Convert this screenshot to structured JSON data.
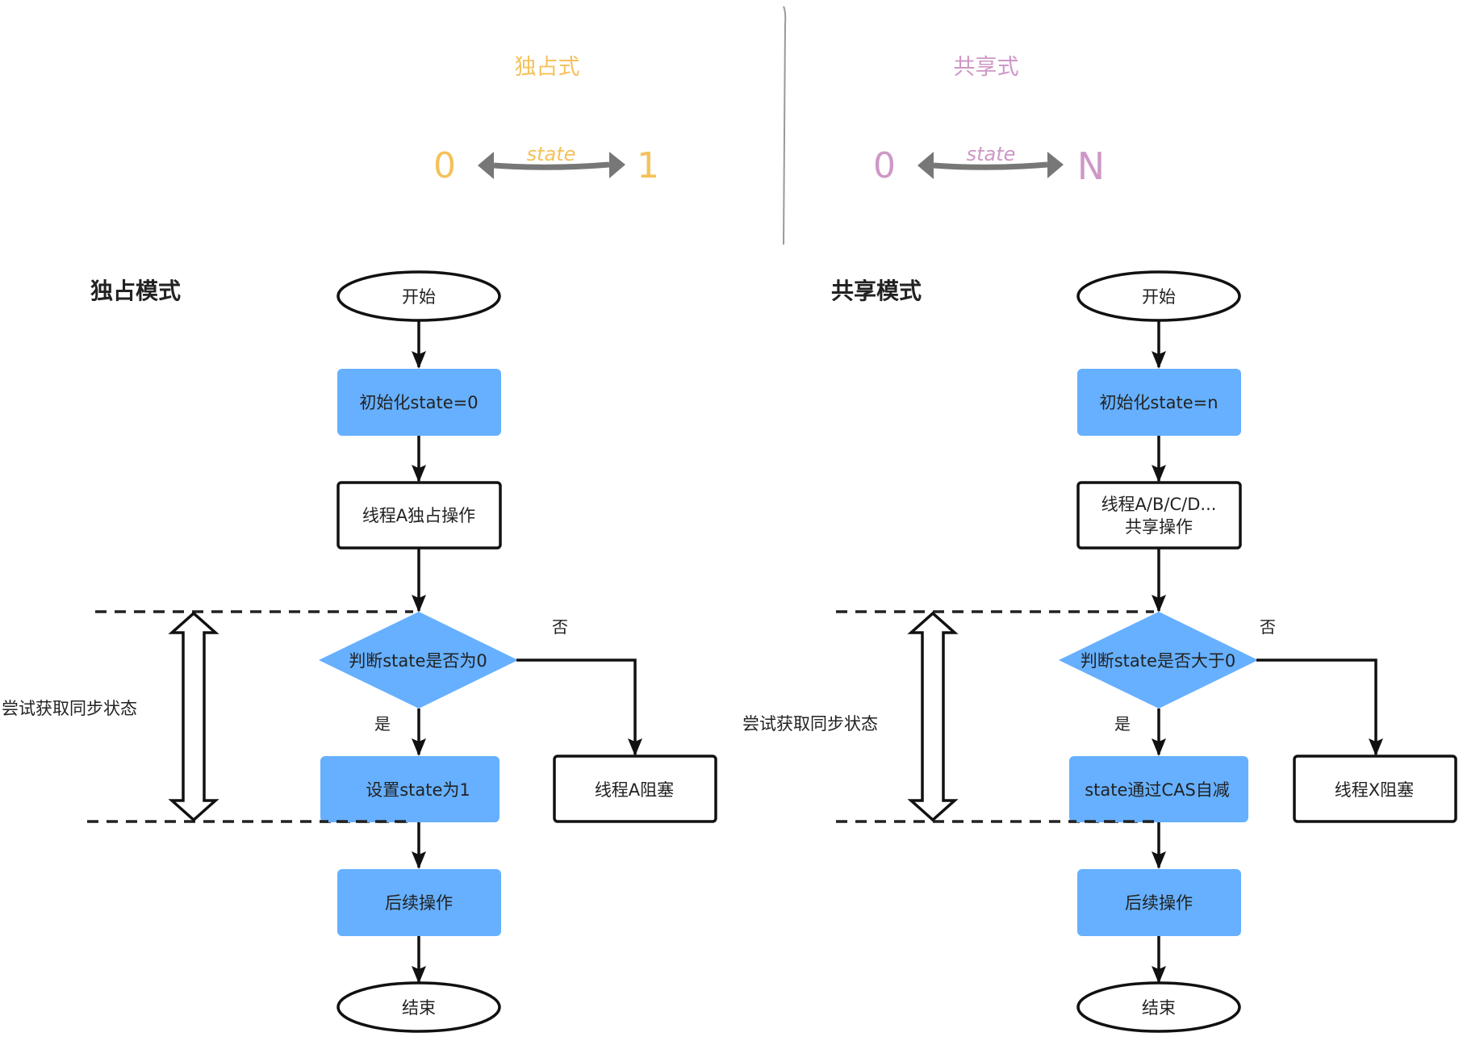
{
  "top": {
    "exclusive": {
      "title": "独占式",
      "from": "0",
      "to": "1",
      "arrow_label": "state",
      "color": "#f5c15a"
    },
    "shared": {
      "title": "共享式",
      "from": "0",
      "to": "N",
      "arrow_label": "state",
      "color": "#cd98c6"
    },
    "arrow_color": "#777777"
  },
  "colors": {
    "process_fill": "#66b0ff",
    "stroke": "#111111",
    "text": "#222222"
  },
  "exclusive": {
    "heading": "独占模式",
    "start": "开始",
    "init": "初始化state=0",
    "operate": [
      "线程A独占操作"
    ],
    "decision": "判断state是否为0",
    "yes_label": "是",
    "no_label": "否",
    "yes_action": "设置state为1",
    "no_action": "线程A阻塞",
    "next": "后续操作",
    "end": "结束",
    "range_label": "尝试获取同步状态"
  },
  "shared": {
    "heading": "共享模式",
    "start": "开始",
    "init": "初始化state=n",
    "operate": [
      "线程A/B/C/D...",
      "共享操作"
    ],
    "decision": "判断state是否大于0",
    "yes_label": "是",
    "no_label": "否",
    "yes_action": "state通过CAS自减",
    "no_action": "线程X阻塞",
    "next": "后续操作",
    "end": "结束",
    "range_label": "尝试获取同步状态"
  }
}
